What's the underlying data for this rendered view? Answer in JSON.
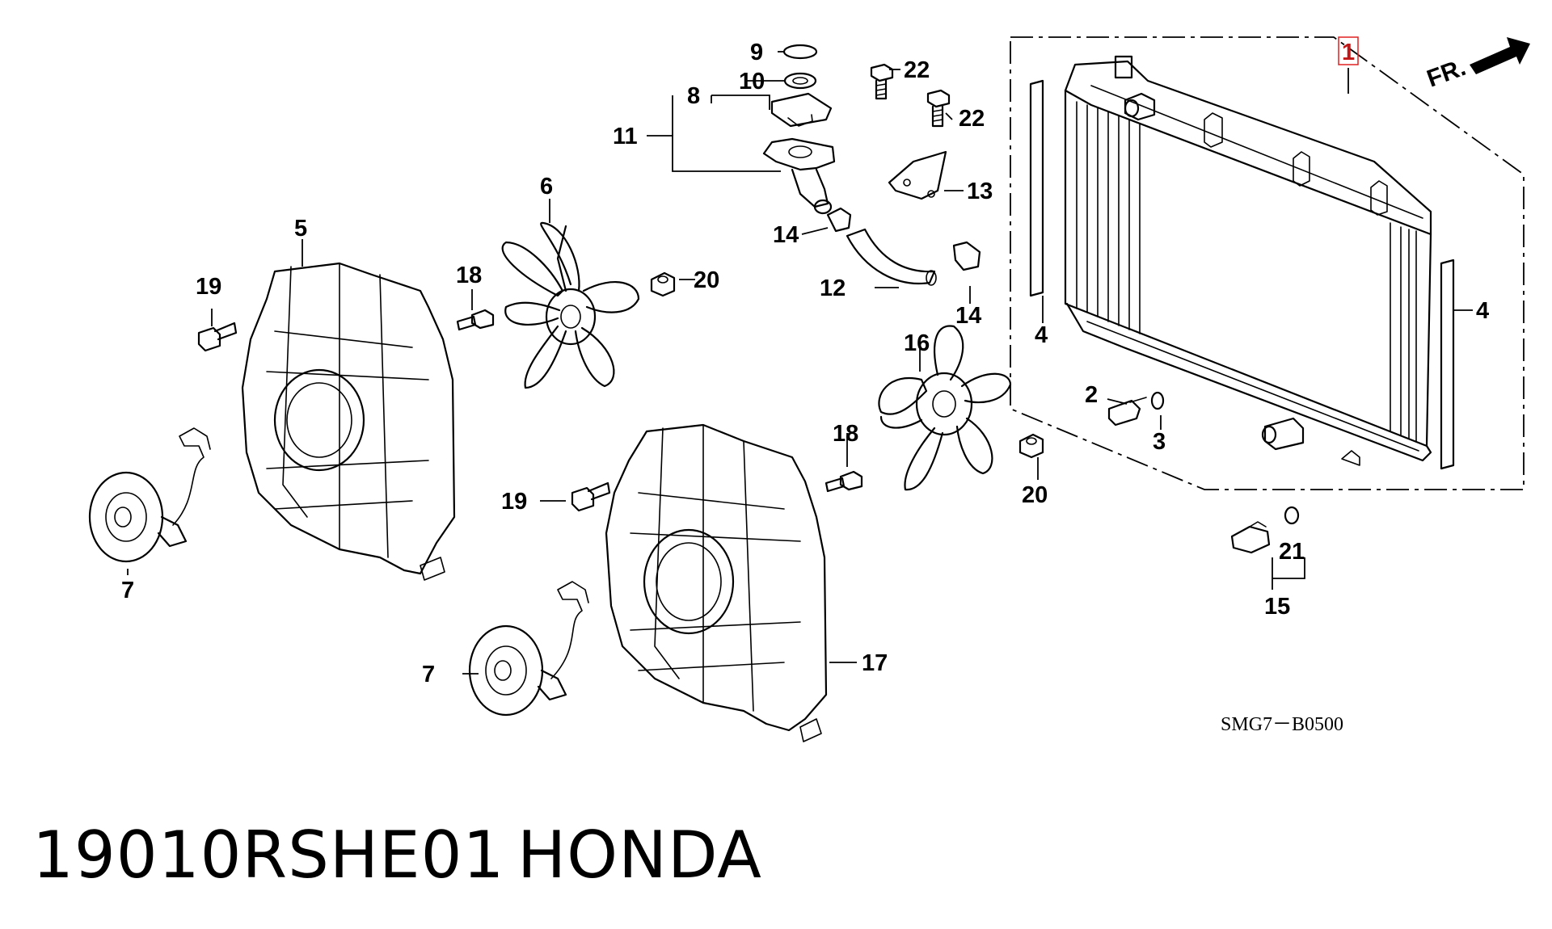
{
  "diagram": {
    "code": "SMG7－B0500",
    "direction_label": "FR.",
    "highlighted_callout": "1",
    "highlight_color": "#e02020",
    "callouts": {
      "c1": "1",
      "c2": "2",
      "c3": "3",
      "c4a": "4",
      "c4b": "4",
      "c5": "5",
      "c6": "6",
      "c7a": "7",
      "c7b": "7",
      "c8": "8",
      "c9": "9",
      "c10": "10",
      "c11": "11",
      "c12": "12",
      "c13": "13",
      "c14a": "14",
      "c14b": "14",
      "c15": "15",
      "c16": "16",
      "c17": "17",
      "c18a": "18",
      "c18b": "18",
      "c19a": "19",
      "c19b": "19",
      "c20a": "20",
      "c20b": "20",
      "c21": "21",
      "c22a": "22",
      "c22b": "22"
    }
  },
  "footer": {
    "part_number": "19010RSHE01",
    "brand": "HONDA"
  }
}
